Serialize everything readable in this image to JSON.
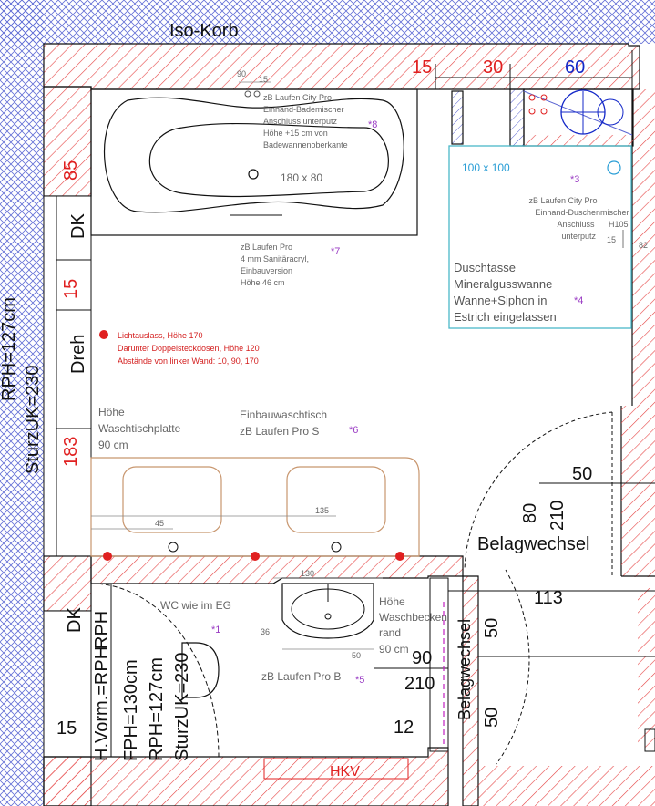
{
  "colors": {
    "wall_hatch": "#e64646",
    "outline": "#111111",
    "blue_hatch": "#5a64d2",
    "shower": "#4ab8c8",
    "accent_red": "#e02020",
    "accent_blue": "#1428c8",
    "accent_purple": "#9a3cc4",
    "sink": "#c8966e"
  },
  "header": {
    "iso_korb": "Iso-Korb"
  },
  "top_dims": {
    "d15": "15",
    "d30": "30",
    "d60": "60"
  },
  "bathtub": {
    "d90": "90",
    "d15": "15",
    "note": [
      "zB Laufen City Pro",
      "Einhand-Bademischer",
      "Anschluss unterputz",
      "Höhe +15 cm von",
      "Badewannenoberkante"
    ],
    "ref8": "*8",
    "size": "180 x 80",
    "model": [
      "zB Laufen Pro",
      "4 mm Sanitäracryl,",
      "Einbauversion",
      "Höhe 46 cm"
    ],
    "ref7": "*7"
  },
  "shower": {
    "size": "100 x 100",
    "ref3": "*3",
    "mixer": [
      "zB Laufen City Pro",
      "Einhand-Duschenmischer",
      "Anschluss",
      "unterputz"
    ],
    "h105": "H105",
    "h15": "15",
    "h82": "82",
    "tray": [
      "Duschtasse",
      "Mineralgusswanne",
      "Wanne+Siphon in",
      "Estrich eingelassen"
    ],
    "ref4": "*4"
  },
  "left_dims": {
    "d85": "85",
    "dk1": "DK",
    "d15": "15",
    "dreh": "Dreh",
    "d183": "183",
    "dk2": "DK",
    "d15b": "15"
  },
  "left_edge": {
    "rph": "RPH=127cm",
    "sturz": "SturzUK=230"
  },
  "electrical": [
    "Lichtauslass, Höhe 170",
    "Darunter Doppelsteckdosen, Höhe 120",
    "Abstände von linker Wand: 10, 90, 170"
  ],
  "vanity": {
    "height_label": [
      "Höhe",
      "Waschtischplatte",
      "90 cm"
    ],
    "model": [
      "Einbauwaschtisch",
      "zB Laufen Pro S"
    ],
    "ref6": "*6",
    "d45": "45",
    "d135": "135"
  },
  "door_right": {
    "d50": "50",
    "d80": "80",
    "d210": "210",
    "belag": "Belagwechsel"
  },
  "wc": {
    "d130": "130",
    "label": "WC wie im EG",
    "ref1": "*1",
    "d36": "36",
    "d50": "50",
    "basin_height": [
      "Höhe",
      "Waschbecken",
      "rand",
      "90 cm"
    ],
    "model": "zB Laufen Pro B",
    "ref5": "*5",
    "d210": "210",
    "d12": "12",
    "d113": "113",
    "d50a": "50",
    "d50b": "50",
    "belag": "Belagwechsel",
    "vert": [
      "H.Vorm.=RPH",
      "FPH=130cm",
      "RPH=127cm",
      "SturzUK=230"
    ],
    "rph": "RPH",
    "hkv": "HKV",
    "d90frag": "90"
  }
}
